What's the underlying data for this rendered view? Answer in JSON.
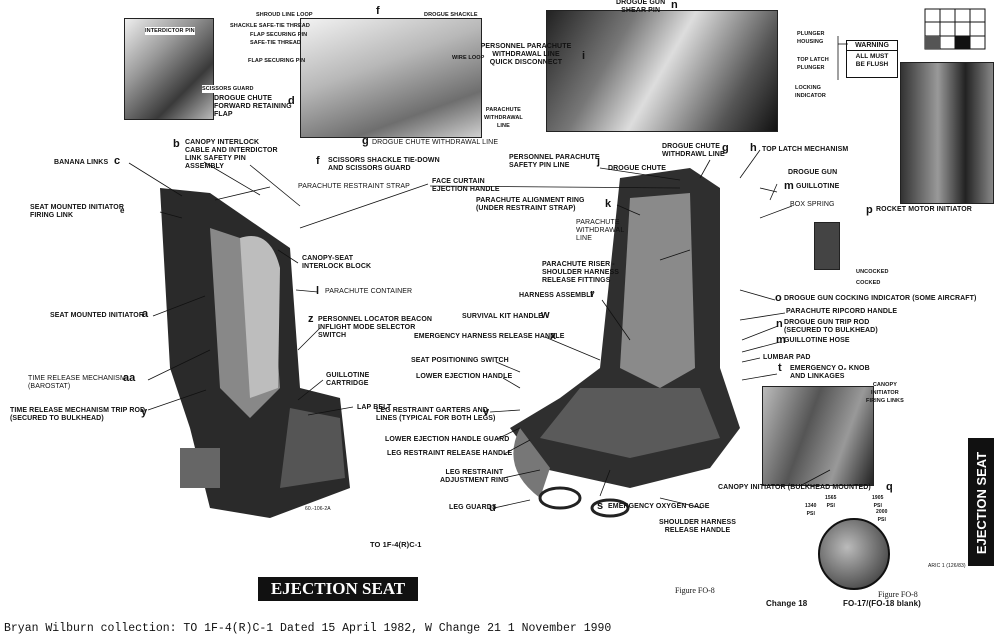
{
  "title": "EJECTION SEAT",
  "side_title": "EJECTION SEAT",
  "caption": "Bryan Wilburn collection: TO 1F-4(R)C-1 Dated 15 April 1982, W Change 21 1 November 1990",
  "to_number": "TO 1F-4(R)C-1",
  "figure_a": "Figure FO-8",
  "figure_b": "Figure FO-8",
  "change": "Change 18",
  "fo_pages": "FO-17/(FO-18 blank)",
  "part_number": "60.-106-2A",
  "print_code": "ARIC 1 (126/83)",
  "warning": {
    "title": "WARNING",
    "text": "ALL MUST\nBE FLUSH"
  },
  "inset_labels": {
    "interdictor_pin": "INTERDICTOR PIN",
    "scissors_guard": "SCISSORS GUARD",
    "shroud_line_loop": "SHROUD LINE LOOP",
    "drogue_shackle": "DROGUE SHACKLE",
    "shackle_safe_tie": "SHACKLE SAFE-TIE THREAD",
    "flap_pin_thread": "FLAP SECURING PIN\nSAFE-TIE THREAD",
    "flap_pin": "FLAP SECURING PIN",
    "wire_loop": "WIRE LOOP",
    "plunger_housing": "PLUNGER\nHOUSING",
    "top_latch_plunger": "TOP LATCH\nPLUNGER",
    "locking_indicator": "LOCKING\nINDICATOR",
    "parachute_withdrawal_line": "PARACHUTE\nWITHDRAWAL\nLINE",
    "uncocked": "UNCOCKED",
    "cocked": "COCKED",
    "canopy_initiator_firing_links": "CANOPY\nINITIATOR\nFIRING LINKS",
    "psi_1340": "1340\nPSI",
    "psi_1565": "1565\nPSI",
    "psi_1905": "1905\nPSI",
    "psi_2000": "2000\nPSI"
  },
  "callouts": {
    "drogue_gun_shear_pin": "DROGUE GUN\nSHEAR PIN",
    "personnel_parachute_quick_disconnect": "PERSONNEL PARACHUTE\nWITHDRAWAL LINE\nQUICK DISCONNECT",
    "drogue_chute_forward_retaining_flap": "DROGUE CHUTE\nFORWARD RETAINING\nFLAP",
    "canopy_interlock_cable": "CANOPY INTERLOCK\nCABLE AND INTERDICTOR\nLINK SAFETY PIN\nASSEMBLY",
    "drogue_chute_withdrawal_line_inset": "DROGUE CHUTE WITHDRAWAL LINE",
    "banana_links": "BANANA LINKS",
    "scissors_shackle": "SCISSORS SHACKLE TIE-DOWN\nAND SCISSORS GUARD",
    "parachute_restraint_strap": "PARACHUTE RESTRAINT STRAP",
    "seat_mounted_initiator_firing_link": "SEAT MOUNTED INITIATOR\nFIRING LINK",
    "face_curtain": "FACE CURTAIN\nEJECTION HANDLE",
    "canopy_seat_interlock": "CANOPY-SEAT\nINTERLOCK BLOCK",
    "parachute_container": "PARACHUTE CONTAINER",
    "seat_mounted_initiator": "SEAT MOUNTED INITIATOR",
    "locator_beacon": "PERSONNEL LOCATOR BEACON\nINFLIGHT MODE SELECTOR\nSWITCH",
    "time_release_mechanism": "TIME RELEASE MECHANISM\n(BAROSTAT)",
    "guillotine_cartridge": "GUILLOTINE\nCARTRIDGE",
    "lap_belt": "LAP BELT",
    "time_release_trip_rod": "TIME RELEASE MECHANISM TRIP ROD\n(SECURED TO BULKHEAD)",
    "personnel_parachute_safety_pin_line": "PERSONNEL PARACHUTE\nSAFETY PIN LINE",
    "drogue_chute_withdrawal_line": "DROGUE CHUTE\nWITHDRAWL LINE",
    "top_latch_mechanism": "TOP LATCH MECHANISM",
    "drogue_chute": "DROGUE CHUTE",
    "drogue_gun": "DROGUE GUN",
    "guillotine_top": "GUILLOTINE",
    "parachute_alignment_ring": "PARACHUTE ALIGNMENT RING\n(UNDER RESTRAINT STRAP)",
    "box_spring": "BOX SPRING",
    "rocket_motor_initiator": "ROCKET MOTOR INITIATOR",
    "parachute_withdrawal_line": "PARACHUTE\nWITHDRAWAL\nLINE",
    "parachute_riser": "PARACHUTE RISER -\nSHOULDER HARNESS\nRELEASE FITTINGS",
    "harness_assembly": "HARNESS ASSEMBLY",
    "drogue_gun_cocking_indicator": "DROGUE GUN COCKING INDICATOR (SOME AIRCRAFT)",
    "survival_kit_handle": "SURVIVAL KIT HANDLE",
    "parachute_ripcord_handle": "PARACHUTE RIPCORD HANDLE",
    "emergency_harness_release": "EMERGENCY HARNESS RELEASE HANDLE",
    "drogue_gun_trip_rod": "DROGUE GUN TRIP ROD\n(SECURED TO BULKHEAD)",
    "guillotine_hose": "GUILLOTINE HOSE",
    "seat_positioning_switch": "SEAT POSITIONING SWITCH",
    "lumbar_pad": "LUMBAR PAD",
    "lower_ejection_handle": "LOWER EJECTION HANDLE",
    "emergency_o2_knob": "EMERGENCY O₂ KNOB\nAND LINKAGES",
    "leg_restraint_garters": "LEG RESTRAINT GARTERS AND\nLINES (TYPICAL FOR BOTH LEGS)",
    "lower_ejection_handle_guard": "LOWER EJECTION HANDLE GUARD",
    "leg_restraint_release_handle": "LEG RESTRAINT RELEASE HANDLE",
    "leg_restraint_adjustment_ring": "LEG RESTRAINT\nADJUSTMENT RING",
    "canopy_initiator": "CANOPY INITIATOR (BULKHEAD MOUNTED)",
    "leg_guards": "LEG GUARDS",
    "emergency_oxygen_gage": "EMERGENCY OXYGEN GAGE",
    "shoulder_harness_release": "SHOULDER HARNESS\nRELEASE HANDLE"
  },
  "letters": {
    "n_top": "n",
    "f_top": "f",
    "i": "i",
    "d": "d",
    "b": "b",
    "c": "c",
    "g_inset": "g",
    "f_mid": "f",
    "e": "e",
    "j": "j",
    "g_right": "g",
    "h": "h",
    "m1": "m",
    "k": "k",
    "p": "p",
    "o": "o",
    "l": "l",
    "a": "a",
    "r": "r",
    "n_mid": "n",
    "m2": "m",
    "z": "z",
    "w": "w",
    "x": "x",
    "aa": "aa",
    "t": "t",
    "y": "y",
    "v": "v",
    "q": "q",
    "s": "s",
    "u": "u"
  }
}
